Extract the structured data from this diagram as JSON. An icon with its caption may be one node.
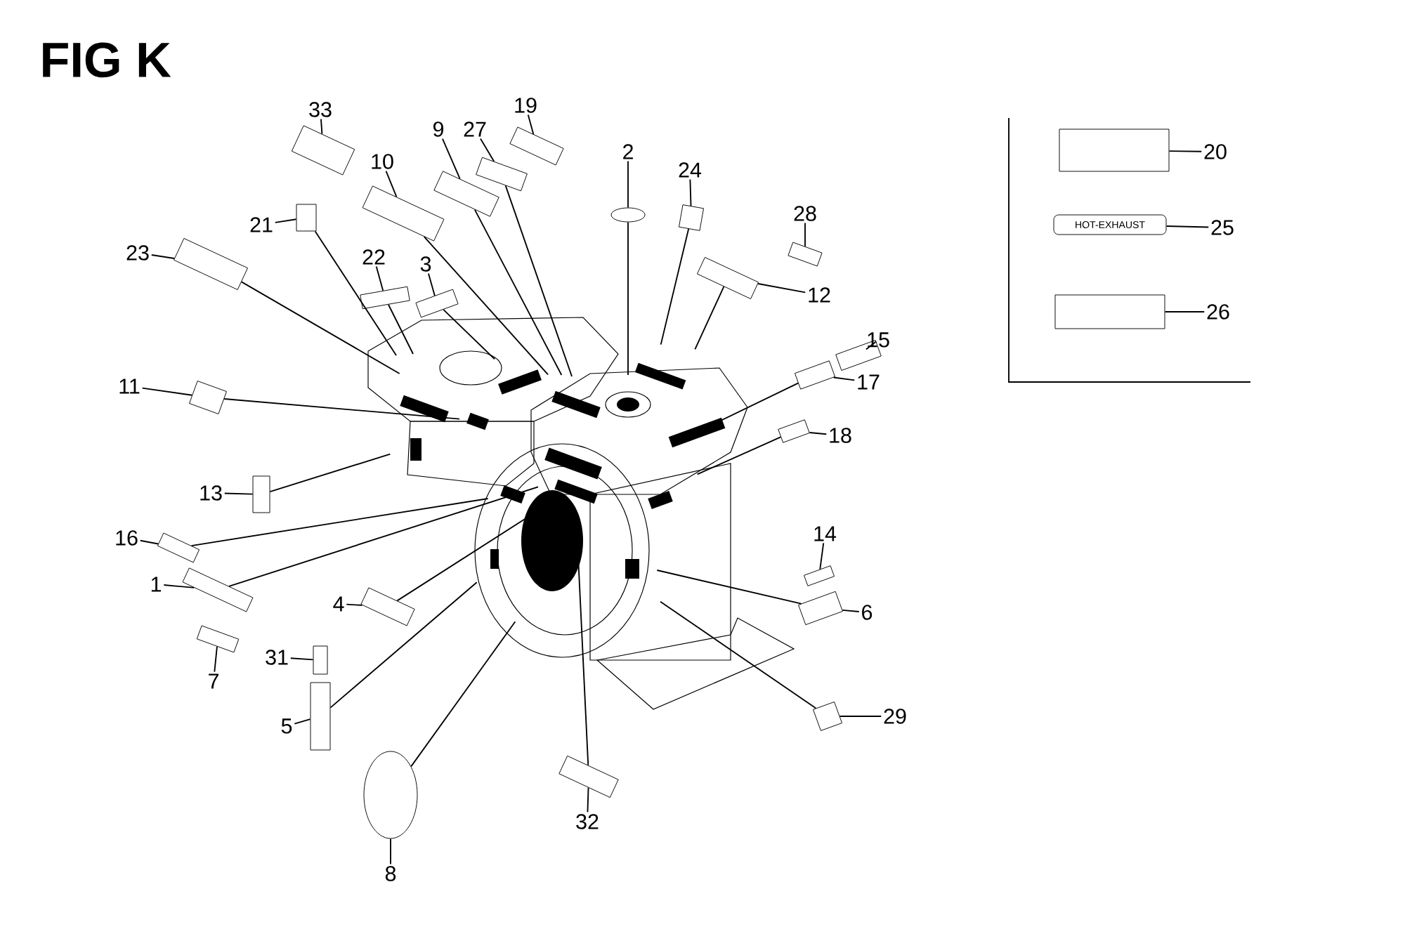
{
  "diagram": {
    "title": "FIG K",
    "nodes": [
      {
        "text": [
          "33"
        ]
      },
      {
        "text": [],
        "shape": "box"
      },
      {
        "text": [
          "19"
        ]
      },
      {
        "text": [],
        "shape": "box"
      },
      {
        "text": [
          "9"
        ]
      },
      {
        "text": [],
        "shape": "box"
      },
      {
        "text": [
          "27"
        ]
      },
      {
        "text": [],
        "shape": "box"
      },
      {
        "text": [
          "2"
        ]
      },
      {
        "text": [],
        "shape": "circle"
      },
      {
        "text": [
          "10"
        ]
      },
      {
        "text": [],
        "shape": "box"
      },
      {
        "text": [
          "24"
        ]
      },
      {
        "text": [],
        "shape": "box"
      },
      {
        "text": [
          "20"
        ]
      },
      {
        "text": [],
        "shape": "box"
      },
      {
        "text": [
          "21"
        ]
      },
      {
        "text": [],
        "shape": "box"
      },
      {
        "text": [
          "28"
        ]
      },
      {
        "text": [],
        "shape": "box"
      },
      {
        "text": [
          "25"
        ]
      },
      {
        "text": [
          "HOT-EXHAUST"
        ]
      },
      {
        "text": [
          "23"
        ]
      },
      {
        "text": [],
        "shape": "box"
      },
      {
        "text": [
          "22"
        ]
      },
      {
        "text": [],
        "shape": "box"
      },
      {
        "text": [
          "3"
        ]
      },
      {
        "text": [],
        "shape": "box"
      },
      {
        "text": [
          "12"
        ]
      },
      {
        "text": [],
        "shape": "box"
      },
      {
        "text": [
          "15"
        ]
      },
      {
        "text": [],
        "shape": "box"
      },
      {
        "text": [
          "26"
        ]
      },
      {
        "text": [],
        "shape": "box"
      },
      {
        "text": [
          "17"
        ]
      },
      {
        "text": [],
        "shape": "box"
      },
      {
        "text": [
          "11"
        ]
      },
      {
        "text": [],
        "shape": "box"
      },
      {
        "text": [
          "18"
        ]
      },
      {
        "text": [],
        "shape": "box"
      },
      {
        "text": [
          "13"
        ]
      },
      {
        "text": [],
        "shape": "box"
      },
      {
        "text": [
          "16"
        ]
      },
      {
        "text": [],
        "shape": "box"
      },
      {
        "text": [
          "14"
        ]
      },
      {
        "text": [],
        "shape": "box"
      },
      {
        "text": [
          "1"
        ]
      },
      {
        "text": [],
        "shape": "box"
      },
      {
        "text": [
          "4"
        ]
      },
      {
        "text": [],
        "shape": "box"
      },
      {
        "text": [
          "6"
        ]
      },
      {
        "text": [],
        "shape": "box"
      },
      {
        "text": [
          "7"
        ]
      },
      {
        "text": [],
        "shape": "box"
      },
      {
        "text": [
          "31"
        ]
      },
      {
        "text": [],
        "shape": "box"
      },
      {
        "text": [
          "5"
        ]
      },
      {
        "text": [],
        "shape": "box"
      },
      {
        "text": [
          "29"
        ]
      },
      {
        "text": [],
        "shape": "box"
      },
      {
        "text": [
          "32"
        ]
      },
      {
        "text": [],
        "shape": "box"
      },
      {
        "text": [
          "8"
        ]
      },
      {
        "text": [],
        "shape": "circle"
      }
    ],
    "edges": [
      {
        "from": 0,
        "to": 1,
        "arrow": "none"
      },
      {
        "from": 2,
        "to": 3,
        "arrow": "none"
      },
      {
        "from": 4,
        "to": 5,
        "arrow": "none"
      },
      {
        "from": 6,
        "to": 7,
        "arrow": "none"
      },
      {
        "from": 8,
        "to": 9,
        "arrow": "none"
      },
      {
        "from": 10,
        "to": 11,
        "arrow": "none"
      },
      {
        "from": 12,
        "to": 13,
        "arrow": "none"
      },
      {
        "from": 14,
        "to": 15,
        "arrow": "none"
      },
      {
        "from": 16,
        "to": 17,
        "arrow": "none"
      },
      {
        "from": 18,
        "to": 19,
        "arrow": "none"
      },
      {
        "from": 20,
        "to": 21,
        "arrow": "none"
      },
      {
        "from": 22,
        "to": 23,
        "arrow": "none"
      },
      {
        "from": 24,
        "to": 25,
        "arrow": "none"
      },
      {
        "from": 26,
        "to": 27,
        "arrow": "none"
      },
      {
        "from": 28,
        "to": 29,
        "arrow": "none"
      },
      {
        "from": 30,
        "to": 31,
        "arrow": "none"
      },
      {
        "from": 32,
        "to": 33,
        "arrow": "none"
      },
      {
        "from": 34,
        "to": 35,
        "arrow": "none"
      },
      {
        "from": 36,
        "to": 37,
        "arrow": "none"
      },
      {
        "from": 38,
        "to": 39,
        "arrow": "none"
      },
      {
        "from": 40,
        "to": 41,
        "arrow": "none"
      },
      {
        "from": 42,
        "to": 43,
        "arrow": "none"
      },
      {
        "from": 44,
        "to": 45,
        "arrow": "none"
      },
      {
        "from": 46,
        "to": 47,
        "arrow": "none"
      },
      {
        "from": 48,
        "to": 49,
        "arrow": "none"
      },
      {
        "from": 50,
        "to": 51,
        "arrow": "none"
      },
      {
        "from": 52,
        "to": 53,
        "arrow": "none"
      },
      {
        "from": 54,
        "to": 55,
        "arrow": "none"
      },
      {
        "from": 56,
        "to": 57,
        "arrow": "none"
      },
      {
        "from": 58,
        "to": 59,
        "arrow": "none"
      },
      {
        "from": 60,
        "to": 61,
        "arrow": "none"
      },
      {
        "from": 62,
        "to": 63,
        "arrow": "none"
      },
      {
        "from": 5,
        "to": null,
        "arrow": "none"
      },
      {
        "from": 7,
        "to": null,
        "arrow": "none"
      },
      {
        "from": 9,
        "to": null,
        "arrow": "none"
      },
      {
        "from": 11,
        "to": null,
        "arrow": "none"
      },
      {
        "from": 13,
        "to": null,
        "arrow": "none"
      },
      {
        "from": 17,
        "to": null,
        "arrow": "none"
      },
      {
        "from": 23,
        "to": null,
        "arrow": "none"
      },
      {
        "from": 25,
        "to": null,
        "arrow": "none"
      },
      {
        "from": 27,
        "to": null,
        "arrow": "none"
      },
      {
        "from": 29,
        "to": null,
        "arrow": "none"
      },
      {
        "from": 35,
        "to": null,
        "arrow": "none"
      },
      {
        "from": 37,
        "to": null,
        "arrow": "none"
      },
      {
        "from": 39,
        "to": null,
        "arrow": "none"
      },
      {
        "from": 41,
        "to": null,
        "arrow": "none"
      },
      {
        "from": 43,
        "to": null,
        "arrow": "none"
      },
      {
        "from": 47,
        "to": null,
        "arrow": "none"
      },
      {
        "from": 49,
        "to": null,
        "arrow": "none"
      },
      {
        "from": 51,
        "to": null,
        "arrow": "none"
      },
      {
        "from": 57,
        "to": null,
        "arrow": "none"
      },
      {
        "from": 59,
        "to": null,
        "arrow": "none"
      },
      {
        "from": 61,
        "to": null,
        "arrow": "none"
      },
      {
        "from": 63,
        "to": null,
        "arrow": "none"
      }
    ]
  }
}
